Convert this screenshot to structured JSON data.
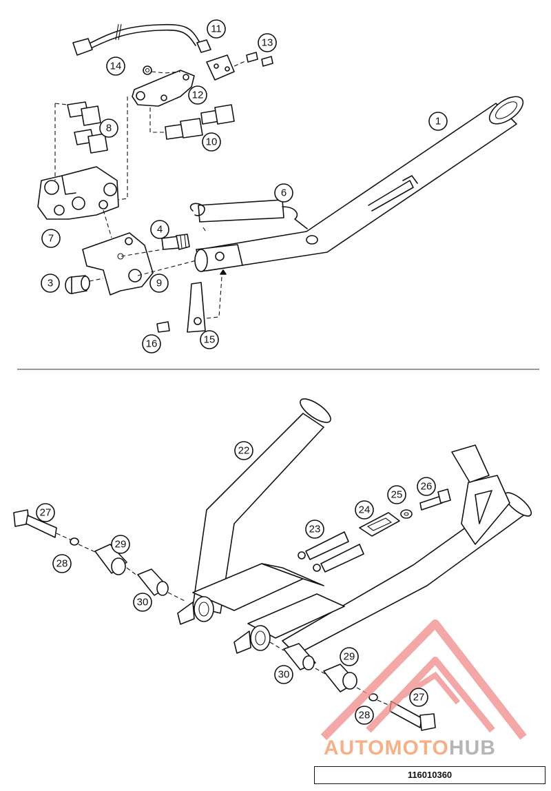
{
  "diagram": {
    "top_section_callouts": [
      "1",
      "3",
      "4",
      "6",
      "7",
      "8",
      "9",
      "10",
      "11",
      "12",
      "13",
      "14",
      "15",
      "16"
    ],
    "bottom_section_callouts": [
      "22",
      "23",
      "24",
      "25",
      "26",
      "27",
      "28",
      "29",
      "30",
      "27",
      "28",
      "29",
      "30"
    ]
  },
  "callouts": {
    "c1": "1",
    "c3": "3",
    "c4": "4",
    "c6": "6",
    "c7": "7",
    "c8": "8",
    "c9": "9",
    "c10": "10",
    "c11": "11",
    "c12": "12",
    "c13": "13",
    "c14": "14",
    "c15": "15",
    "c16": "16",
    "c22": "22",
    "c23": "23",
    "c24": "24",
    "c25": "25",
    "c26": "26",
    "c27a": "27",
    "c28a": "28",
    "c29a": "29",
    "c30a": "30",
    "c27b": "27",
    "c28b": "28",
    "c29b": "29",
    "c30b": "30"
  },
  "watermark": {
    "auto": "AUTO",
    "moto": "MOTO",
    "hub": "HUB",
    "color_auto_moto": "#f5b08a",
    "color_hub": "#b5b5b5",
    "logo_color": "#f08a8a"
  },
  "footer": {
    "part_number": "116010360"
  }
}
